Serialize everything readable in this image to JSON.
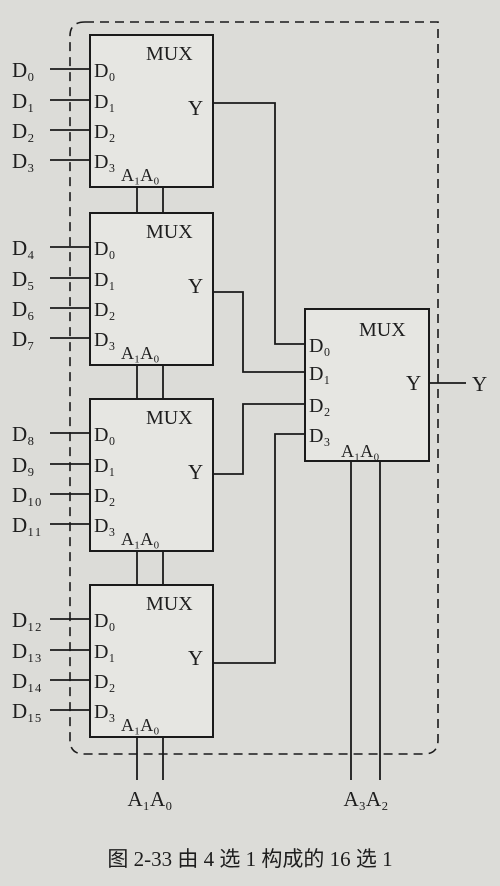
{
  "diagram": {
    "mux_label": "MUX",
    "sel_label": "A₁A₀",
    "output_pin": "Y",
    "input_pins": [
      "D₀",
      "D₁",
      "D₂",
      "D₃"
    ],
    "inputs": [
      "D₀",
      "D₁",
      "D₂",
      "D₃",
      "D₄",
      "D₅",
      "D₆",
      "D₇",
      "D₈",
      "D₉",
      "D₁₀",
      "D₁₁",
      "D₁₂",
      "D₁₃",
      "D₁₄",
      "D₁₅"
    ],
    "final_output": "Y",
    "bottom_select_left": "A₁A₀",
    "bottom_select_right": "A₃A₂"
  },
  "caption": "图 2-33    由 4 选 1 构成的 16 选 1"
}
